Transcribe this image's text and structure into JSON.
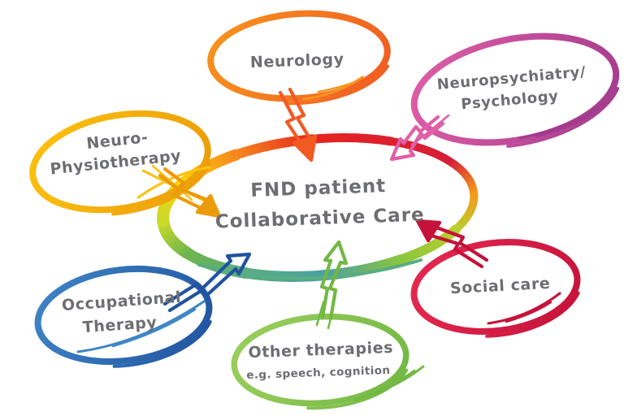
{
  "diagram": {
    "text_color": "#6d6e71",
    "center": {
      "line1": "FND patient",
      "line2": "Collaborative Care"
    },
    "nodes": {
      "neurology": {
        "label": "Neurology",
        "c1": "#f7941d",
        "c2": "#f15a22"
      },
      "neuropsychiatry": {
        "line1": "Neuropsychiatry/",
        "line2": "Psychology",
        "c1": "#e05fa6",
        "c2": "#a23b8d"
      },
      "neuro_physiotherapy": {
        "line1": "Neuro-",
        "line2": "Physiotherapy",
        "c1": "#fcc210",
        "c2": "#eb9b08"
      },
      "occupational_therapy": {
        "line1": "Occupational",
        "line2": "Therapy",
        "c1": "#3f86c6",
        "c2": "#21539f"
      },
      "other_therapies": {
        "line1": "Other therapies",
        "line2": "e.g. speech, cognition",
        "c1": "#9ccf5e",
        "c2": "#72b843"
      },
      "social_care": {
        "label": "Social care",
        "c1": "#e62a51",
        "c2": "#c5123a"
      }
    },
    "ring_colors": [
      "#f59b1b",
      "#b8cf2d",
      "#8cc63f",
      "#4aa0a2",
      "#58ad82",
      "#6fb54e",
      "#c9d929",
      "#fdd20c",
      "#f6891d",
      "#e6251f",
      "#dc1f2d",
      "#d51f38",
      "#f59b1b"
    ]
  }
}
